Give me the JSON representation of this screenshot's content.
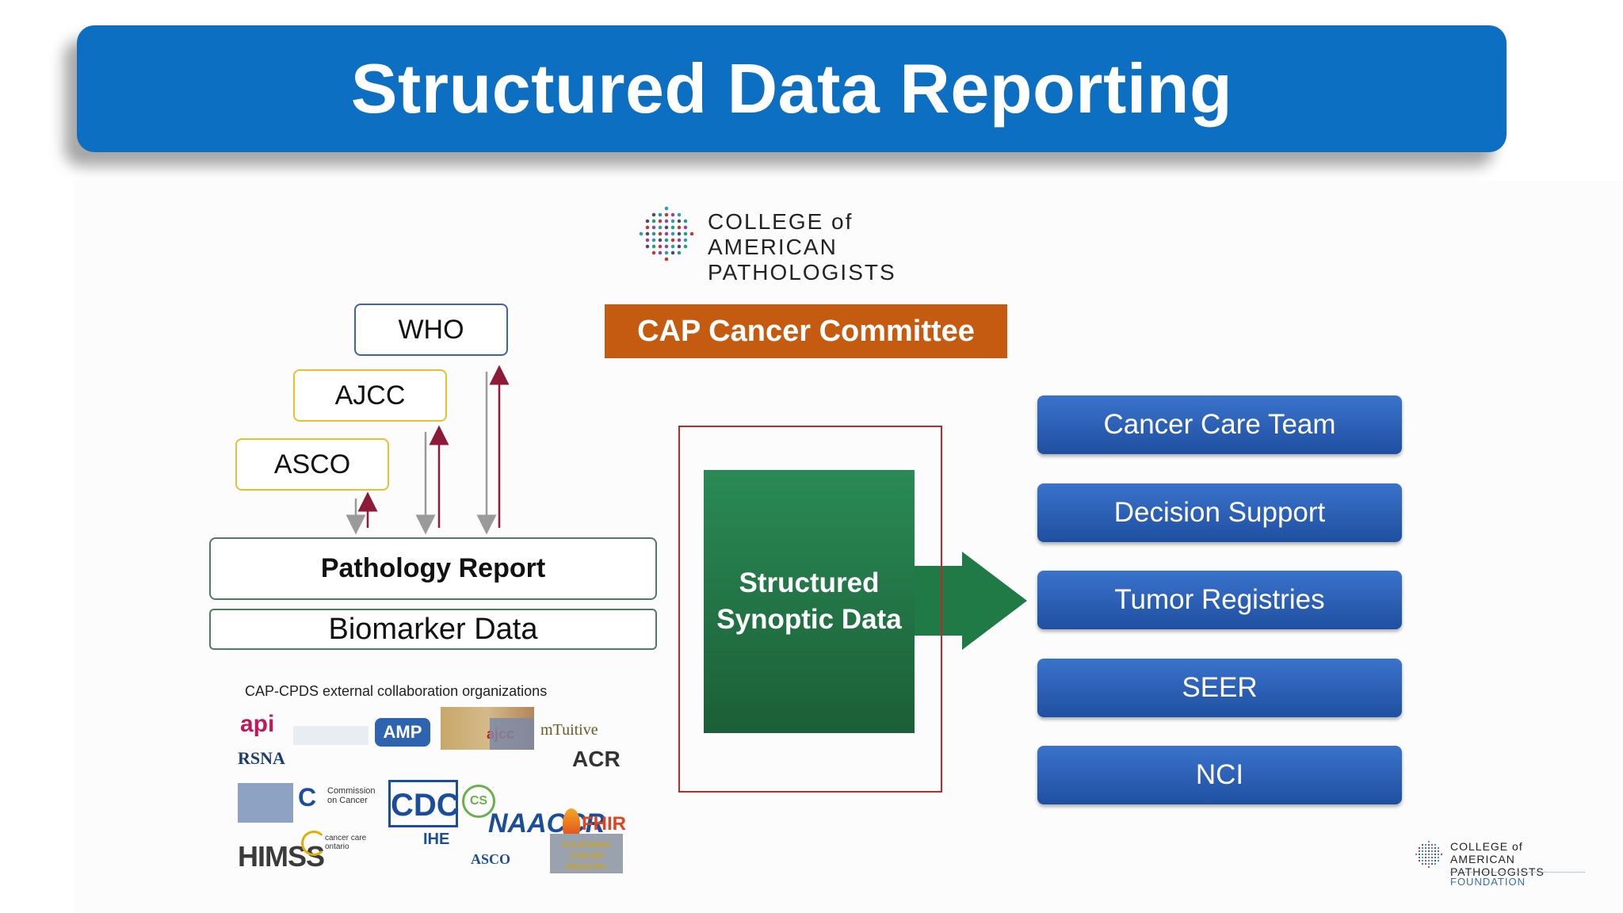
{
  "title": "Structured Data Reporting",
  "cap_logo": {
    "line1": "COLLEGE of AMERICAN",
    "line2": "PATHOLOGISTS"
  },
  "committee": "CAP Cancer Committee",
  "orgs": {
    "who": "WHO",
    "ajcc": "AJCC",
    "asco": "ASCO"
  },
  "reports": {
    "pathology": "Pathology Report",
    "biomarker": "Biomarker Data"
  },
  "synoptic": {
    "line1": "Structured",
    "line2": "Synoptic Data"
  },
  "destinations": [
    "Cancer Care Team",
    "Decision Support",
    "Tumor Registries",
    "SEER",
    "NCI"
  ],
  "collab_title": "CAP-CPDS external collaboration organizations",
  "collab_logos": {
    "api": "api",
    "rsna": "RSNA",
    "amp": "AMP",
    "ajcc": "ajcc",
    "mtuitive": "mTuitive",
    "acr": "ACR",
    "commission": "Commission on Cancer",
    "cdc": "CDC",
    "cs": "CS",
    "naaccr": "NAACCR",
    "fhir": "FHIR",
    "himss": "HIMSS",
    "ihe": "IHE",
    "asco": "ASCO",
    "california": "CALIFORNIA CANCER REGISTRY",
    "cco": "cancer care ontario"
  },
  "foundation_logo": {
    "line1": "COLLEGE of AMERICAN",
    "line2": "PATHOLOGISTS",
    "line3": "FOUNDATION"
  },
  "colors": {
    "banner": "#0d6fc2",
    "committee": "#c55a11",
    "synoptic": "#1e7a4a",
    "bars": "#2a5fb8",
    "arrow_up": "#8e1a3a",
    "arrow_down": "#9a9a9a"
  }
}
